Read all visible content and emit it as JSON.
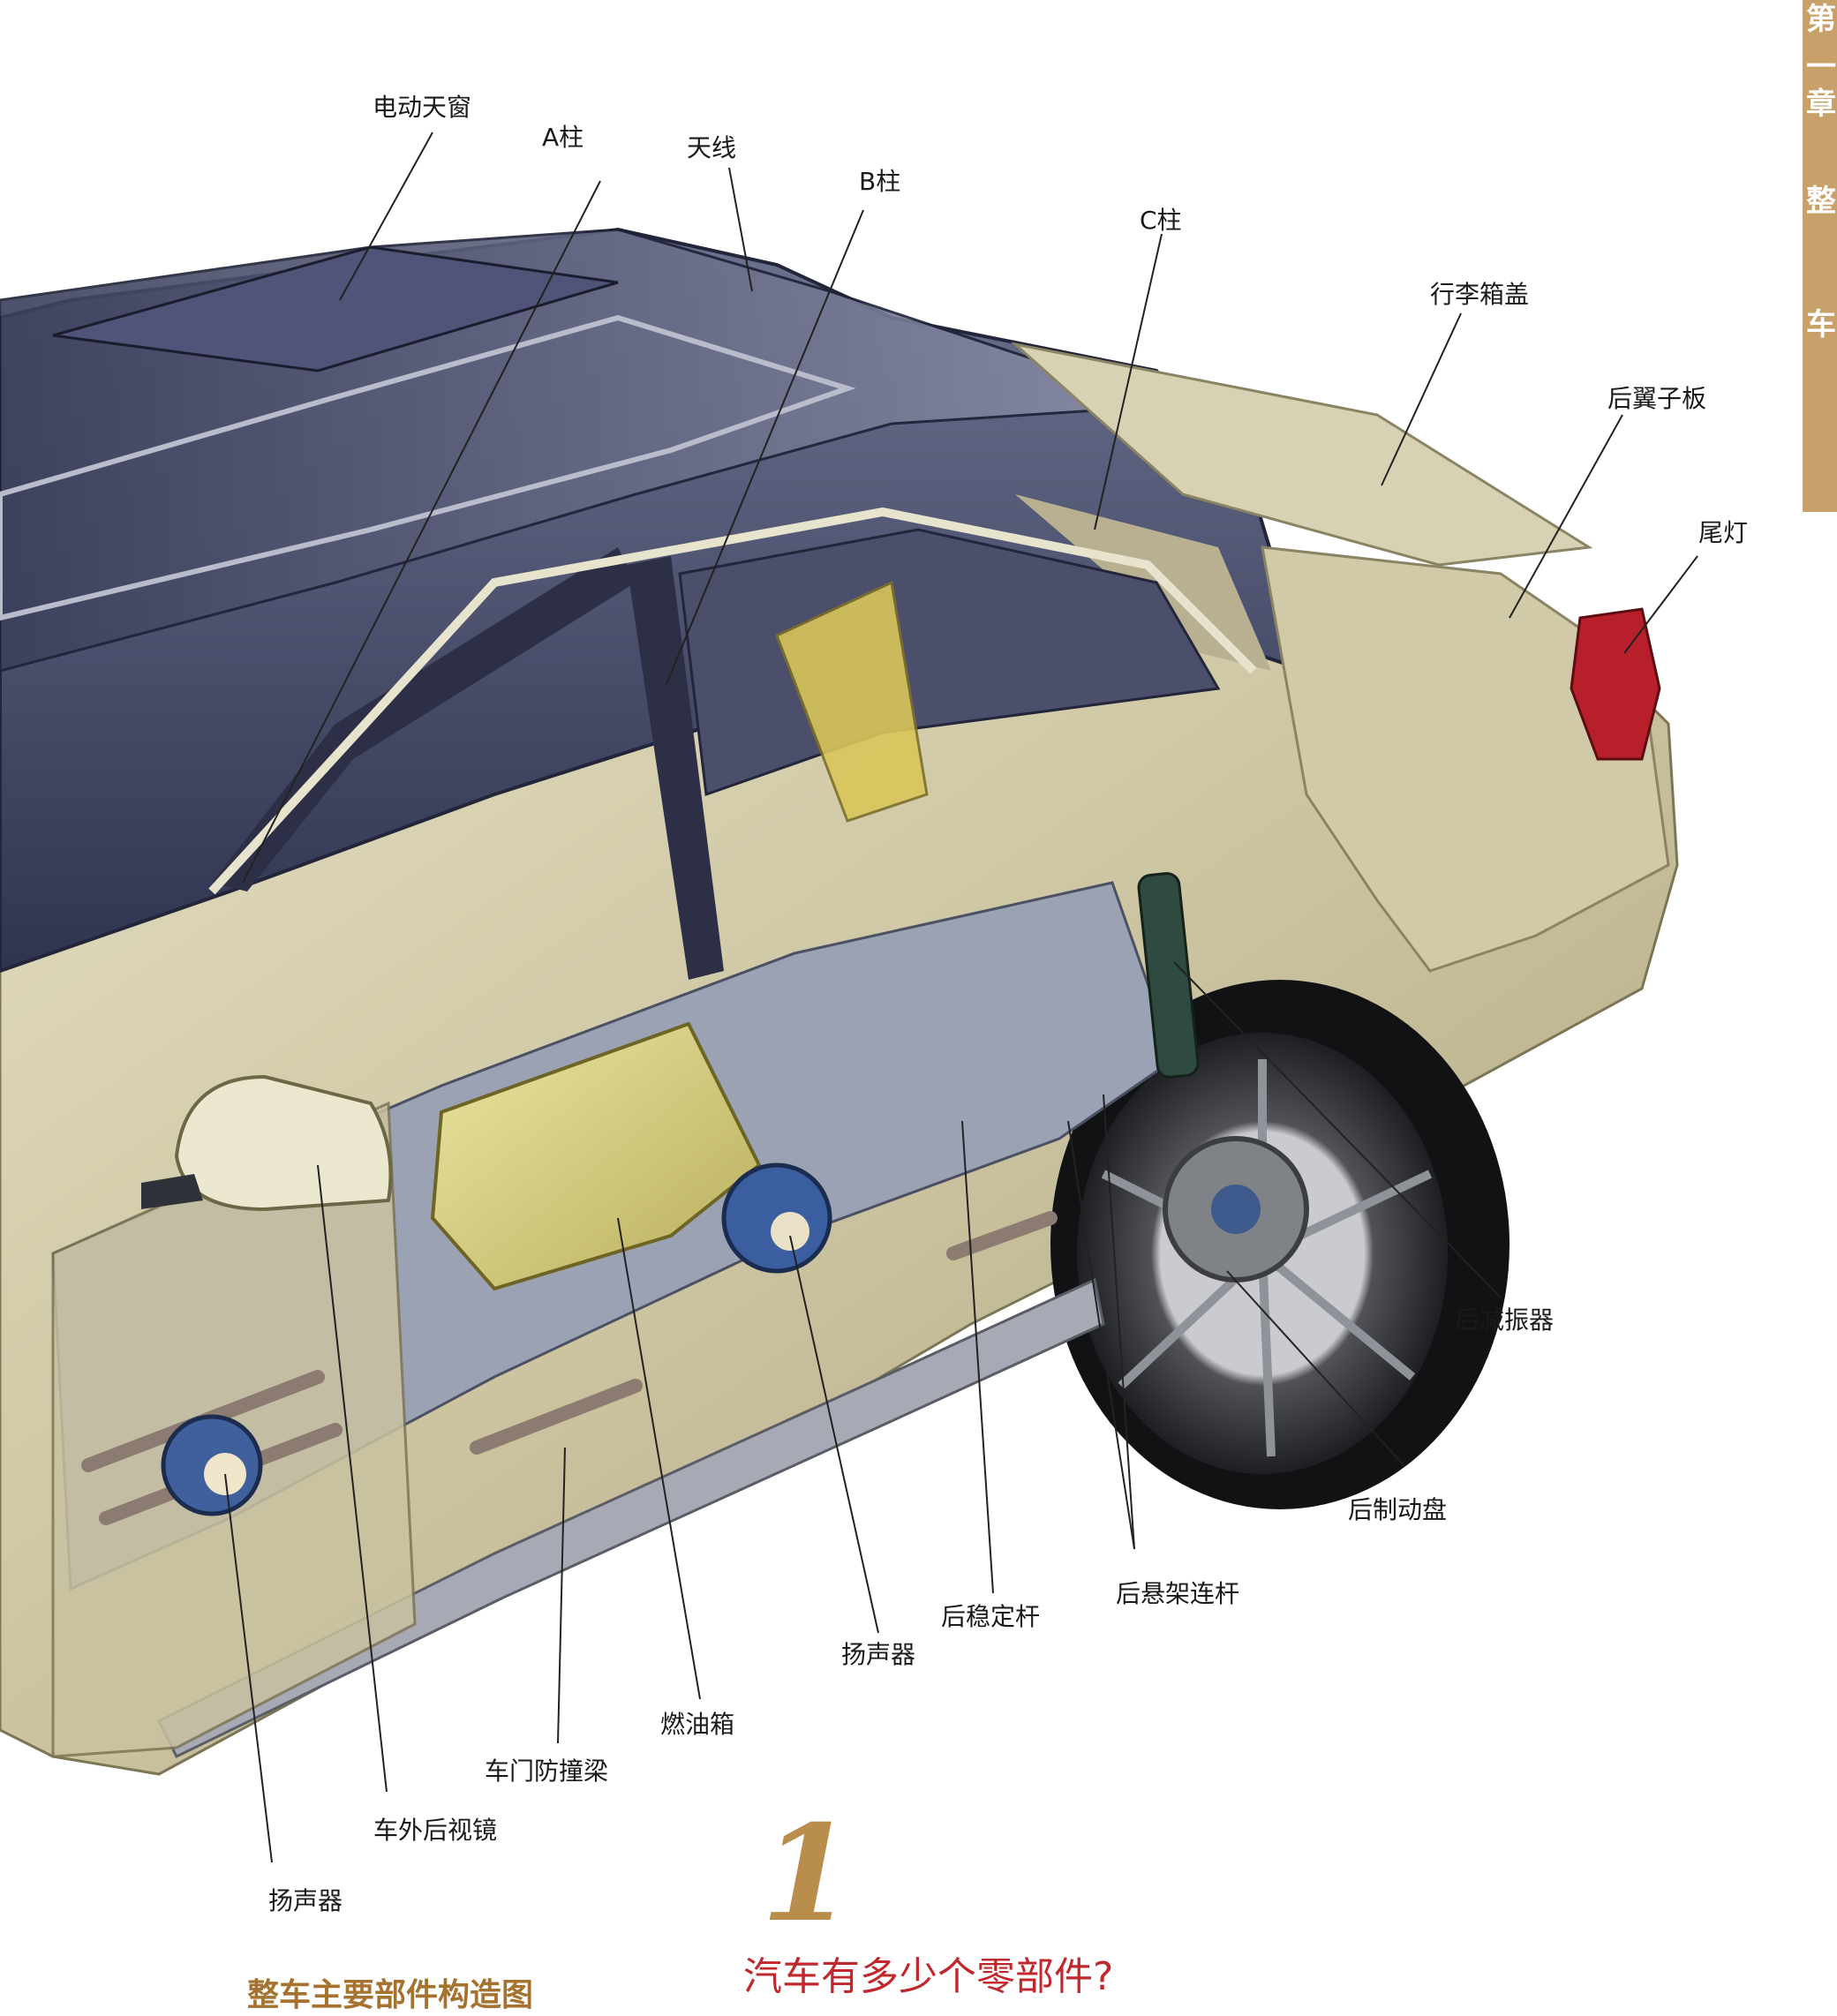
{
  "diagram": {
    "labels": {
      "sunroof": "电动天窗",
      "a_pillar": "A柱",
      "antenna": "天线",
      "b_pillar": "B柱",
      "c_pillar": "C柱",
      "trunk_lid": "行李箱盖",
      "rear_fender": "后翼子板",
      "tail_lamp": "尾灯",
      "rear_shock": "后减振器",
      "rear_brake_disc": "后制动盘",
      "rear_suspension_link": "后悬架连杆",
      "rear_stabilizer": "后稳定杆",
      "speaker_rear": "扬声器",
      "fuel_tank": "燃油箱",
      "door_beam": "车门防撞梁",
      "side_mirror": "车外后视镜",
      "speaker_front": "扬声器"
    }
  },
  "side_tab": {
    "chars": [
      "第",
      "一",
      "章",
      "整",
      "车"
    ]
  },
  "section": {
    "number": "1",
    "question": "汽车有多少个零部件?",
    "caption": "整车主要部件构造图"
  },
  "colors": {
    "body_paint": "#cfc8a6",
    "tab": "#c8a06a",
    "question": "#c0282d",
    "caption": "#a5732f"
  }
}
